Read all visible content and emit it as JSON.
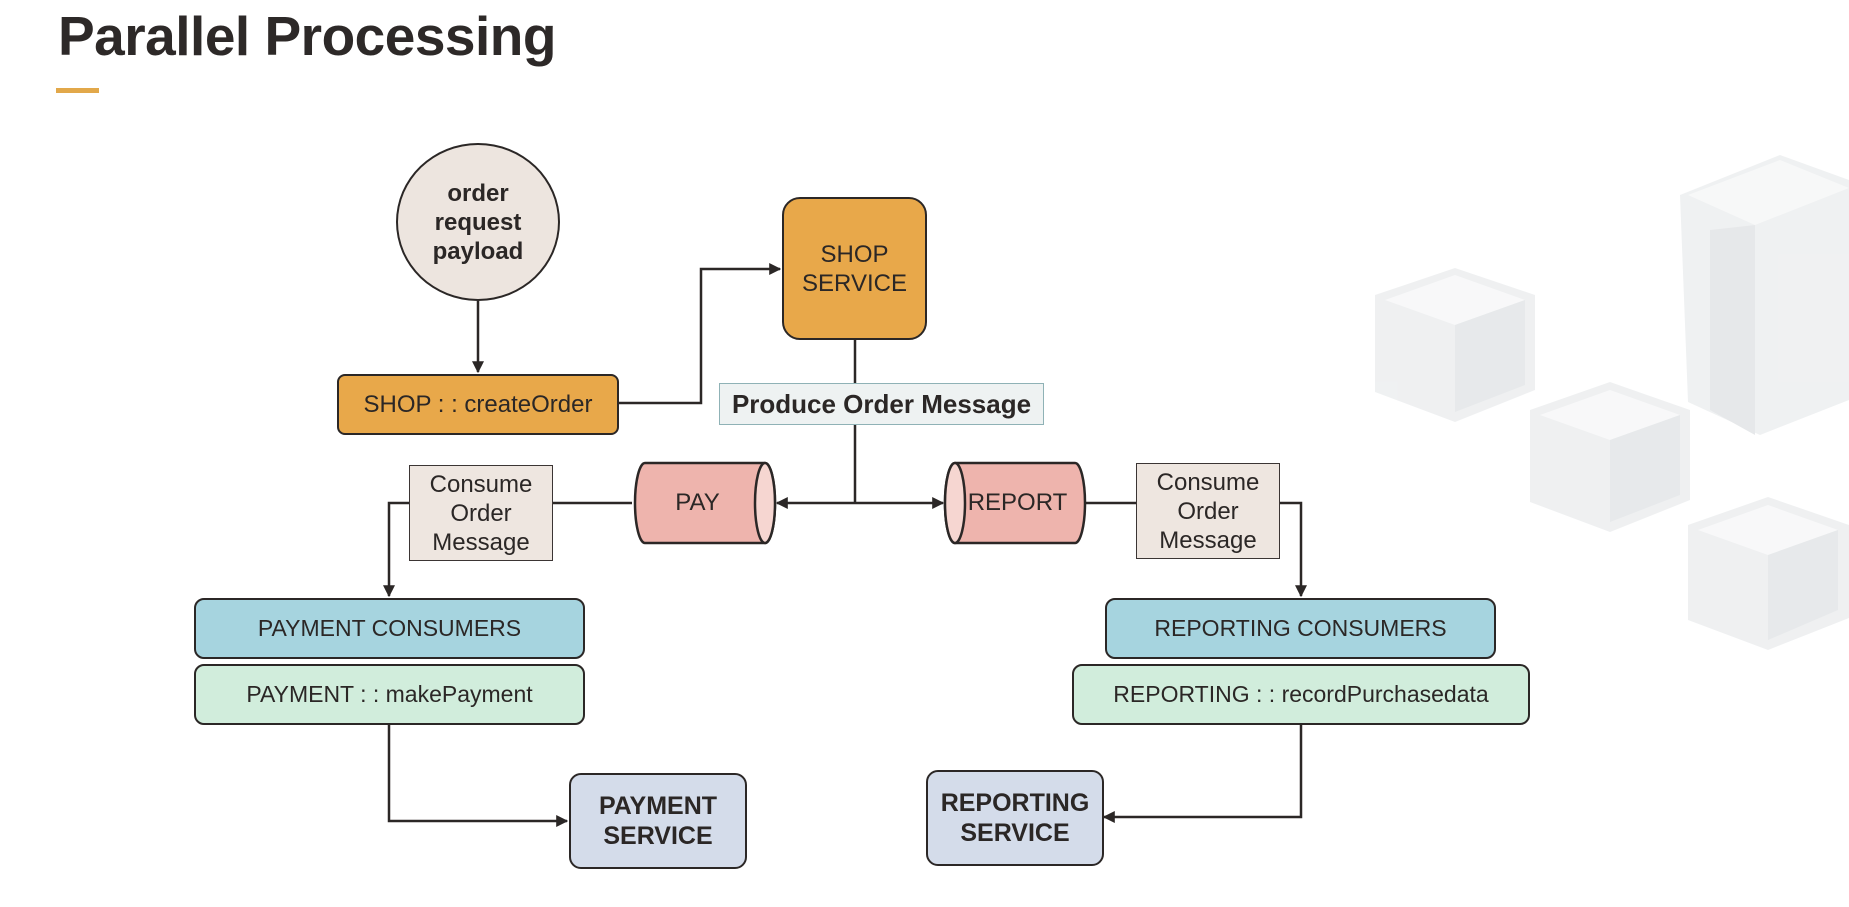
{
  "title": "Parallel Processing",
  "colors": {
    "accent": "#e2a84a",
    "shop": "#e8a84a",
    "queue": "#eeb4ad",
    "consumers": "#a6d4df",
    "methods": "#d1eddc",
    "services": "#d4dcea",
    "label_bg": "#eee6e0"
  },
  "nodes": {
    "payload": [
      "order",
      "request",
      "payload"
    ],
    "shop_service": [
      "SHOP",
      "SERVICE"
    ],
    "create_order": "SHOP : : createOrder",
    "produce_message": "Produce Order Message",
    "pay_queue": "PAY",
    "report_queue": "REPORT",
    "consume_left": [
      "Consume",
      "Order",
      "Message"
    ],
    "consume_right": [
      "Consume",
      "Order",
      "Message"
    ],
    "payment_consumers": "PAYMENT CONSUMERS",
    "make_payment": "PAYMENT : : makePayment",
    "payment_service": [
      "PAYMENT",
      "SERVICE"
    ],
    "reporting_consumers": "REPORTING CONSUMERS",
    "record_purchase": "REPORTING : : recordPurchasedata",
    "reporting_service": [
      "REPORTING",
      "SERVICE"
    ]
  }
}
